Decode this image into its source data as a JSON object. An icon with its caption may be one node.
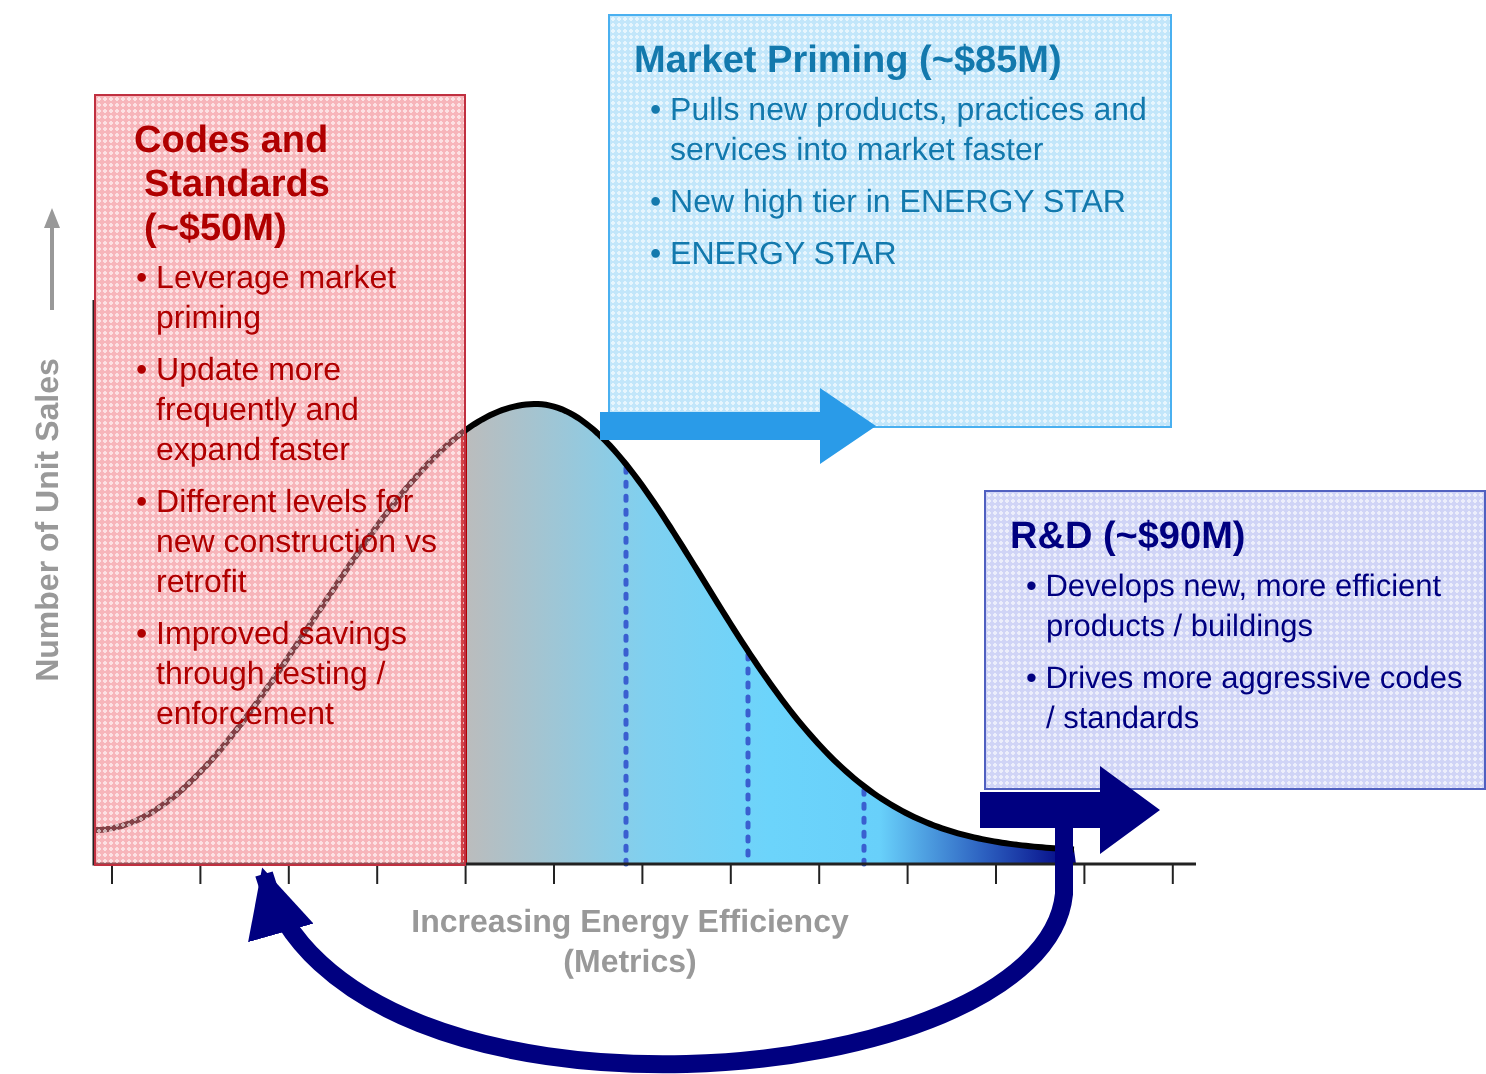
{
  "diagram": {
    "nodes": [
      {
        "text": [
          "Codes and Standards (~$50M)",
          "• Leverage market priming",
          "• Update more frequently and expand faster",
          "• Different levels for new construction vs retrofit",
          "• Improved savings through testing / enforcement"
        ]
      },
      {
        "text": [
          "Market Priming (~$85M)",
          "• Pulls new products, practices and services into market faster",
          "• New high tier in ENERGY STAR",
          "• ENERGY STAR"
        ]
      },
      {
        "text": [
          "R&D (~$90M)",
          "• Develops new, more efficient products / buildings",
          "• Drives more aggressive codes / standards"
        ]
      }
    ],
    "edges": [
      {
        "from": 2,
        "to": 0,
        "arrow": "to"
      }
    ],
    "labels": [
      "Number of Unit Sales",
      "Increasing Energy Efficiency (Metrics)"
    ]
  }
}
